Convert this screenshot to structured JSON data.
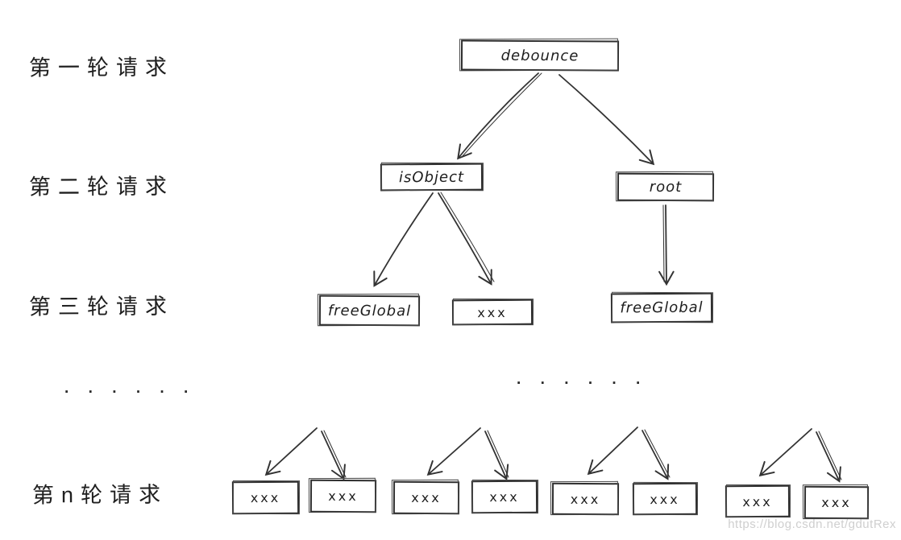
{
  "labels": {
    "round1": "第一轮请求",
    "round2": "第二轮请求",
    "round3": "第三轮请求",
    "roundn": "第n轮请求",
    "ellipsis_left": "· · · · · ·",
    "ellipsis_center": "· · · · · ·"
  },
  "nodes": {
    "root": "debounce",
    "level2": [
      "isObject",
      "root"
    ],
    "level3": [
      "freeGlobal",
      "xxx",
      "freeGlobal"
    ],
    "leveln": [
      "xxx",
      "xxx",
      "xxx",
      "xxx",
      "xxx",
      "xxx",
      "xxx",
      "xxx"
    ]
  },
  "watermark": "https://blog.csdn.net/gdutRex",
  "colors": {
    "ink": "#2e2e2e",
    "watermark": "#cfcfcf",
    "background": "#ffffff"
  }
}
